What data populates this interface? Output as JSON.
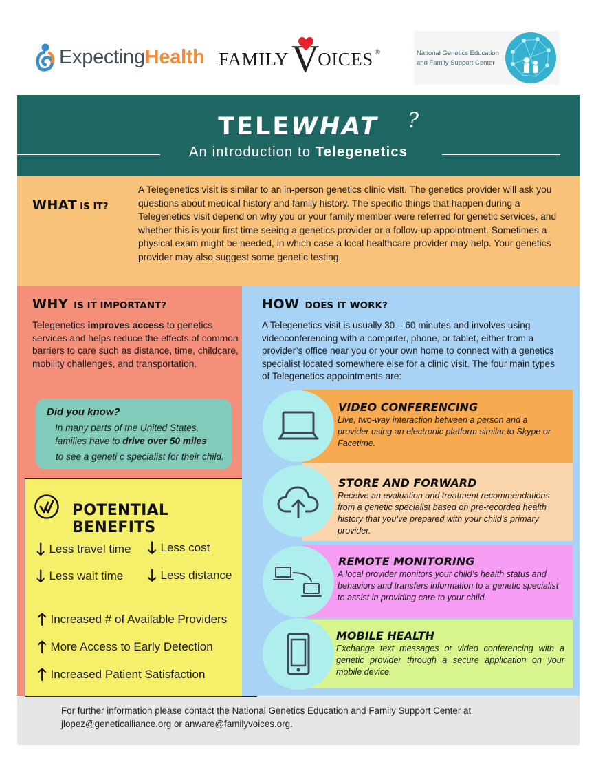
{
  "logos": {
    "expecting_health": {
      "part1": "Expecting",
      "part2": "Health"
    },
    "family_voices": {
      "part1": "FAMILY",
      "part2": "V",
      "part3": "OICES",
      "reg": "®"
    },
    "ngefsc": {
      "line1": "National Genetics Education",
      "line2": "and Family Support Center"
    }
  },
  "title": {
    "tele": "TELE",
    "what": "WHAT",
    "qmark": "?",
    "sub_prefix": "An introduction to ",
    "sub_bold": "Telegenetics"
  },
  "what_section": {
    "head_big": "WHAT",
    "head_small": "IS IT?",
    "body": "A Telegenetics visit is similar to an in-person genetics clinic visit. The genetics provider will ask you questions about medical history and family history. The specific things that happen during a Telegenetics visit depend on why you or your family member were referred for genetic services, and whether this is your first time seeing a genetics provider or a follow-up appointment. Sometimes a physical exam might be needed, in which case a local healthcare provider may help. Your genetics provider may also suggest some genetic testing."
  },
  "why_section": {
    "head_big": "WHY",
    "head_small": "IS IT IMPORTANT?",
    "body_pre": "Telegenetics ",
    "body_bold": "improves access",
    "body_post": " to genetics services and helps reduce the effects of common barriers to care such as distance, time, childcare, mobility challenges, and transportation."
  },
  "did_you_know": {
    "title": "Did you know?",
    "line1": "In many parts of the United States,",
    "line2_pre": "families have to ",
    "line2_bold": "drive over 50 miles",
    "line3": "to see a geneti c specialist for their child."
  },
  "benefits": {
    "title": "POTENTIAL BENEFITS",
    "less": [
      "Less travel time",
      "Less cost",
      "Less wait time",
      "Less distance"
    ],
    "more": [
      "Increased # of Available Providers",
      "More Access to Early Detection",
      "Increased Patient Satisfaction"
    ]
  },
  "how_section": {
    "head_big": "HOW",
    "head_small": "DOES IT WORK?",
    "body": "A Telegenetics visit is usually 30 – 60 minutes and involves using videoconferencing with a computer, phone, or tablet, either from a provider’s office near you or your own home to connect with a genetics specialist located somewhere else for a clinic visit. The four main types of Telegenetics appointments are:"
  },
  "types": [
    {
      "title": "VIDEO CONFERENCING",
      "desc": "Live, two-way interaction between a person and a provider using an electronic platform similar to Skype or Facetime.",
      "icon": "laptop-icon",
      "color": "#f8aa50"
    },
    {
      "title": "STORE AND FORWARD",
      "desc": "Receive an evaluation and treatment recommendations from a genetic specialist based on pre-recorded health history that you’ve prepared with your child’s primary provider.",
      "icon": "cloud-upload-icon",
      "color": "#fbd6ac"
    },
    {
      "title": "REMOTE MONITORING",
      "desc": "A local provider monitors your child’s health status and behaviors and transfers information to a genetic specialist to assist in providing care to your child.",
      "icon": "connected-laptops-icon",
      "color": "#f59df2"
    },
    {
      "title": "MOBILE HEALTH",
      "desc": "Exchange text messages or video conferencing with a genetic provider through a secure application on your mobile device.",
      "icon": "smartphone-icon",
      "color": "#d9f58e"
    }
  ],
  "footer": {
    "line1": "For further information please contact the National Genetics Education and Family Support Center at",
    "line2": "jlopez@geneticalliance.org or anware@familyvoices.org."
  },
  "colors": {
    "title_band": "#1f6763",
    "what": "#f9c27b",
    "why": "#f4907a",
    "how": "#a9d3f5",
    "benefits": "#f6ef6a",
    "did_you_know": "#82cbba",
    "circle": "#aeeeec",
    "footer": "#e6e6e6"
  }
}
